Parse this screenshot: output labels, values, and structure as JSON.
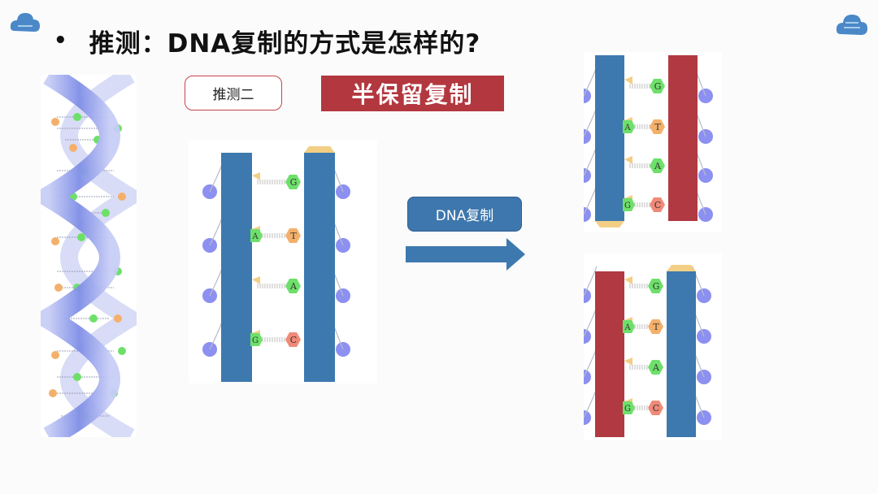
{
  "title": {
    "bullet": "•",
    "text": "推测：DNA复制的方式是怎样的?"
  },
  "hypothesis_label": "推测二",
  "banner": "半保留复制",
  "replication_button": "DNA复制",
  "colors": {
    "blue_strand": "#3d79ae",
    "red_strand": "#b03942",
    "banner": "#b3373f",
    "arrow": "#3d79ae"
  },
  "parent_bases": [
    "G",
    "T",
    "A",
    "C"
  ],
  "parent_left_bases": [
    "",
    "A",
    "",
    "G"
  ],
  "daughter1_left": [
    "",
    "A",
    "",
    "G"
  ],
  "daughter1_right": [
    "G",
    "T",
    "A",
    "C"
  ],
  "daughter2_left": [
    "",
    "A",
    "",
    "G"
  ],
  "daughter2_right": [
    "G",
    "T",
    "A",
    "C"
  ],
  "icons": [
    "cloud-icon",
    "cloud-icon",
    "right-arrow-icon"
  ]
}
